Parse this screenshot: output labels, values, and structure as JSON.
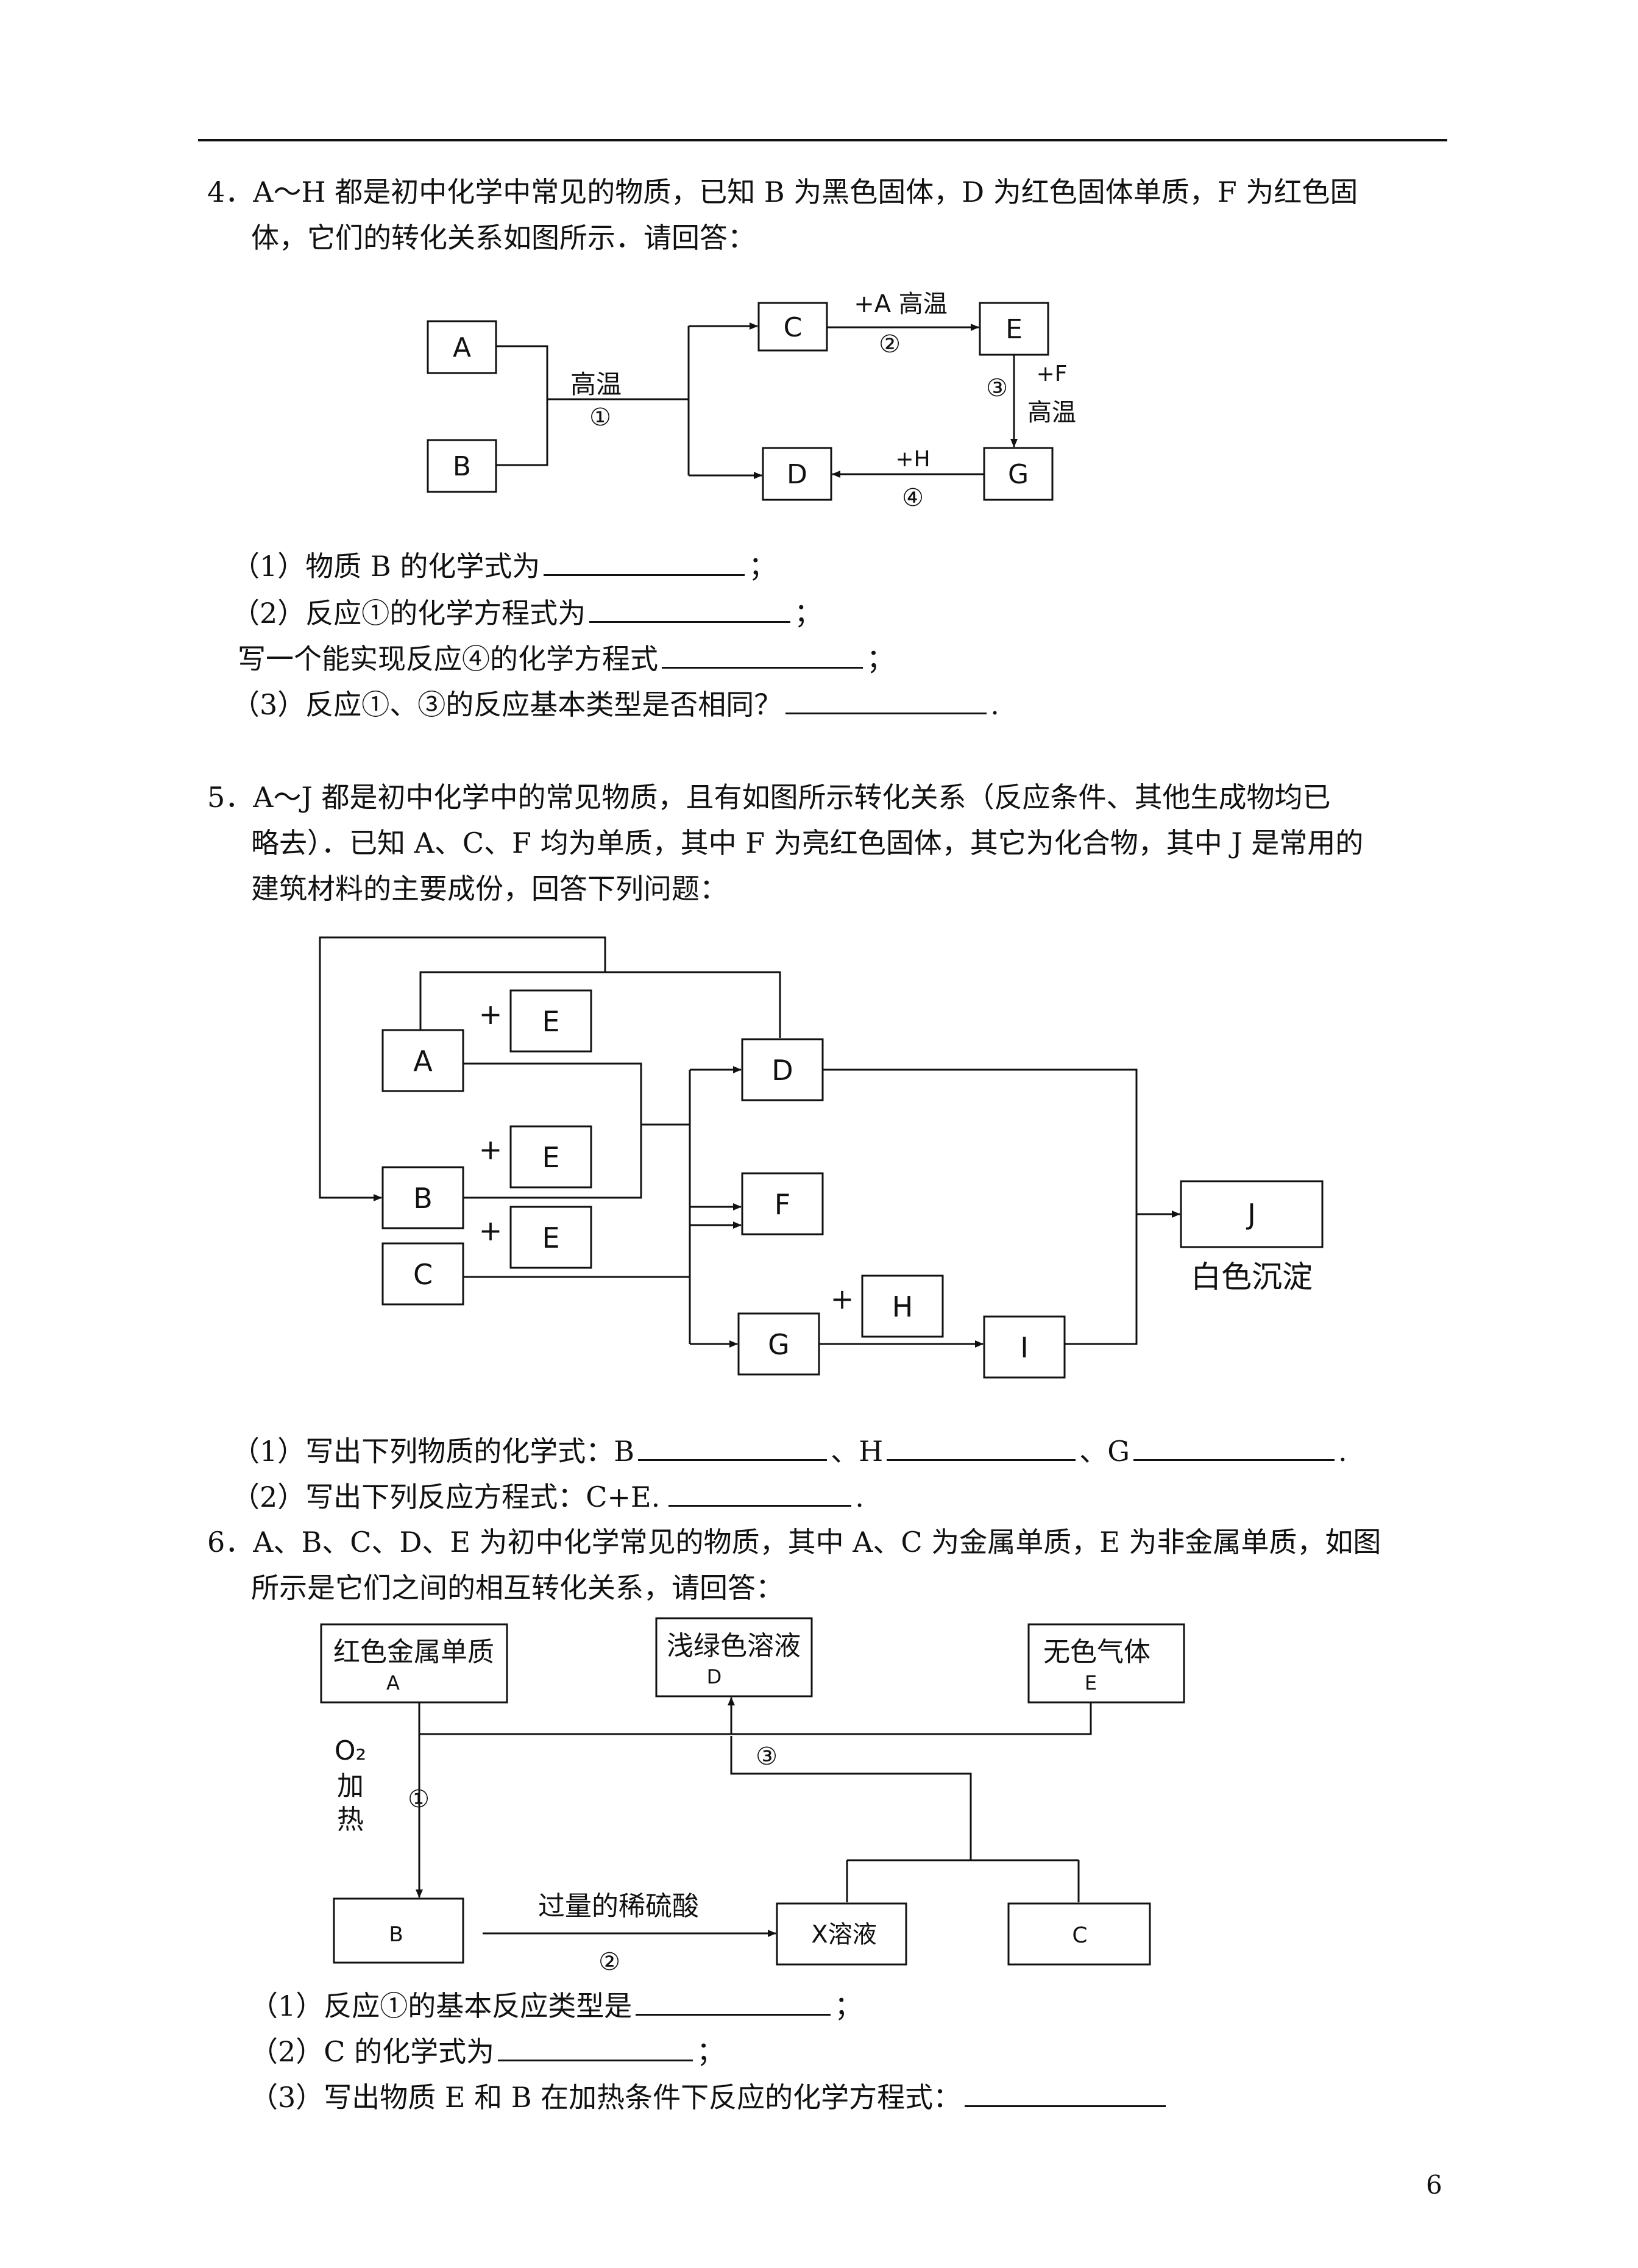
{
  "q4": {
    "stem1": "4．A～H 都是初中化学中常见的物质，已知 B 为黑色固体，D 为红色固体单质，F 为红色固",
    "stem2": "体，它们的转化关系如图所示．请回答：",
    "diagram": {
      "boxes": {
        "A": "A",
        "B": "B",
        "C": "C",
        "D": "D",
        "E": "E",
        "G": "G"
      },
      "r1_cond": "高温",
      "r1_num": "①",
      "r2_cond": "+A 高温",
      "r2_num": "②",
      "r3_add": "+F",
      "r3_cond": "高温",
      "r3_num": "③",
      "r4_add": "+H",
      "r4_num": "④"
    },
    "q1": "（1）物质 B 的化学式为",
    "q1_end": "；",
    "q2": "（2）反应①的化学方程式为",
    "q2_end": "；",
    "q2b": "写一个能实现反应④的化学方程式",
    "q2b_end": "；",
    "q3": "（3）反应①、③的反应基本类型是否相同？",
    "q3_end": "."
  },
  "q5": {
    "stem1": "5．A～J 都是初中化学中的常见物质，且有如图所示转化关系（反应条件、其他生成物均已",
    "stem2": "略去）．已知 A、C、F 均为单质，其中 F 为亮红色固体，其它为化合物，其中 J 是常用的",
    "stem3": "建筑材料的主要成份，回答下列问题：",
    "diagram": {
      "A": "A",
      "B": "B",
      "C": "C",
      "D": "D",
      "F": "F",
      "G": "G",
      "I": "I",
      "J": "J",
      "E": "E",
      "H": "H",
      "plus": "+",
      "J_label": "白色沉淀"
    },
    "q1": "（1）写出下列物质的化学式：B",
    "q1_sep1": "、H",
    "q1_sep2": "、G",
    "q1_end": ".",
    "q2": "（2）写出下列反应方程式：C+E.",
    "q2_end": "."
  },
  "q6": {
    "stem1": "6．A、B、C、D、E 为初中化学常见的物质，其中 A、C 为金属单质，E 为非金属单质，如图",
    "stem2": "所示是它们之间的相互转化关系，请回答：",
    "diagram": {
      "A_desc": "红色金属单质",
      "A": "A",
      "D_desc": "浅绿色溶液",
      "D": "D",
      "E_desc": "无色气体",
      "E": "E",
      "B": "B",
      "X": "X溶液",
      "C": "C",
      "r1_reagent": "O₂",
      "r1_c1": "加",
      "r1_c2": "热",
      "r1_num": "①",
      "r2_cond": "过量的稀硫酸",
      "r2_num": "②",
      "r3_num": "③"
    },
    "q1": "（1）反应①的基本反应类型是",
    "q1_end": "；",
    "q2": "（2）C 的化学式为",
    "q2_end": "；",
    "q3": "（3）写出物质 E 和 B 在加热条件下反应的化学方程式："
  },
  "page_number": "6"
}
